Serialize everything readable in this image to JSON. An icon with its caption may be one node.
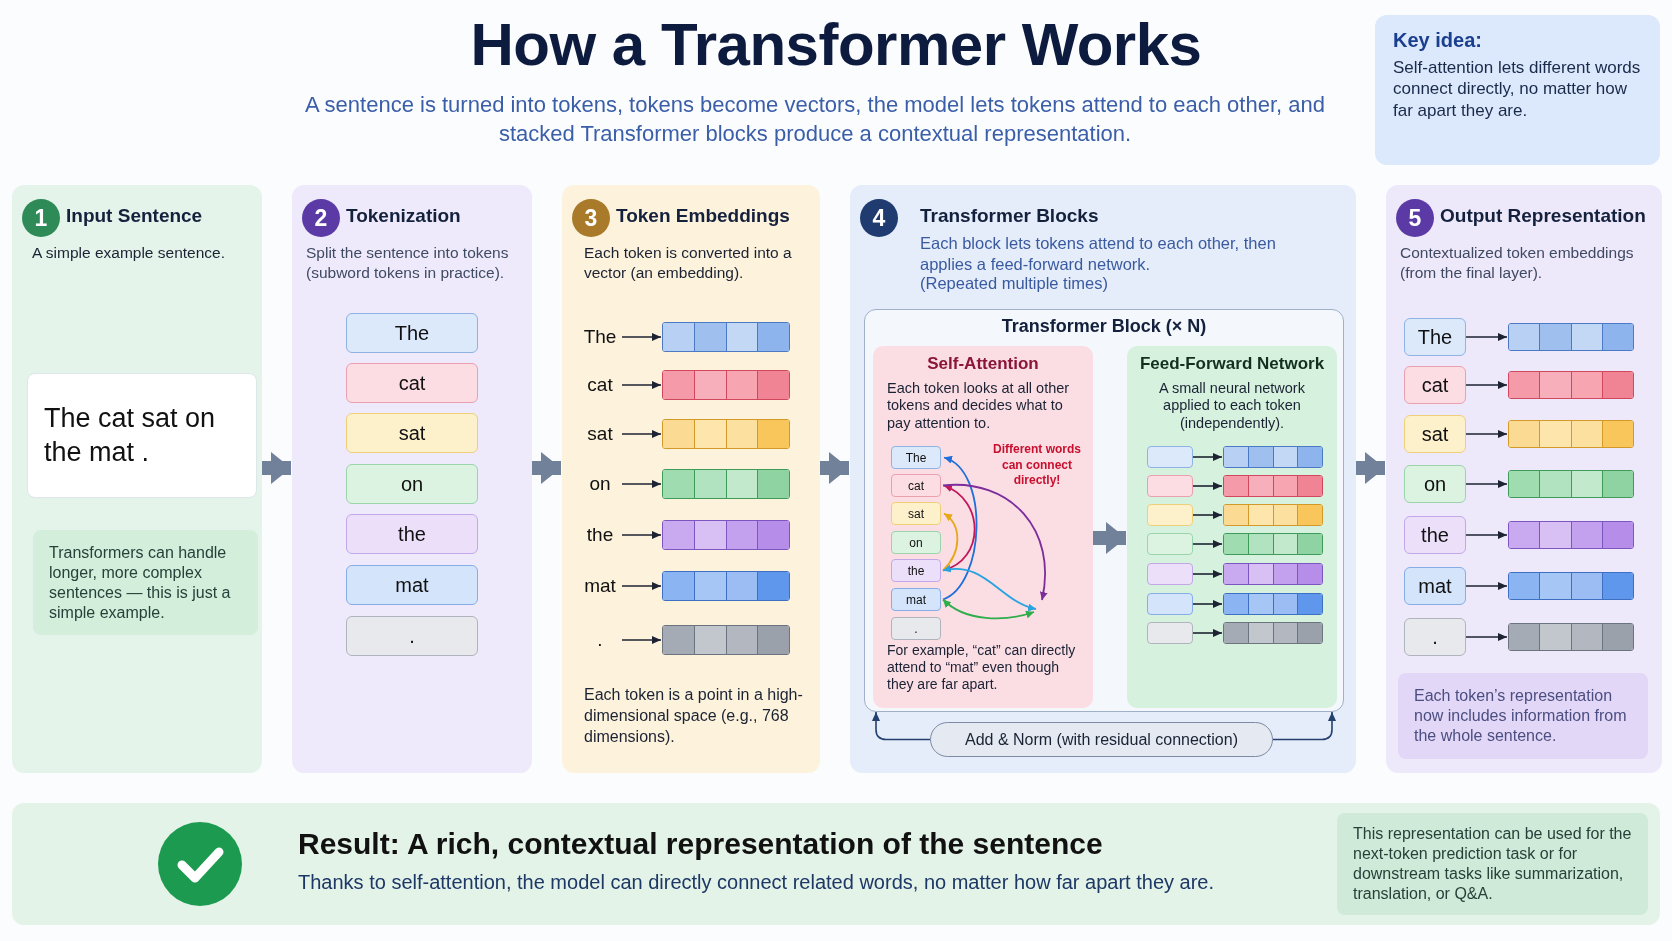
{
  "diagram": {
    "title": "How a Transformer Works",
    "nodes": [
      {
        "text": [
          "1",
          "Input Sentence",
          "A simple example sentence."
        ]
      },
      {
        "text": [
          "The cat sat on the mat ."
        ],
        "in": 0
      },
      {
        "text": [
          "Transformers can handle longer, more complex sentences — this is just a simple example."
        ],
        "in": 0
      },
      {
        "text": [
          "2",
          "Tokenization",
          "Split the sentence into tokens (subword tokens in practice)."
        ]
      },
      {
        "text": [
          "The"
        ],
        "in": 3
      },
      {
        "text": [
          "cat"
        ],
        "in": 3
      },
      {
        "text": [
          "sat"
        ],
        "in": 3
      },
      {
        "text": [
          "on"
        ],
        "in": 3
      },
      {
        "text": [
          "the"
        ],
        "in": 3
      },
      {
        "text": [
          "mat"
        ],
        "in": 3
      },
      {
        "text": [
          "."
        ],
        "in": 3
      },
      {
        "text": [
          "3",
          "Token Embeddings",
          "Each token is converted into a vector (an embedding).",
          "Each token is a point in a high-dimensional space (e.g., 768 dimensions)."
        ]
      },
      {
        "text": [
          "The"
        ],
        "in": 11
      },
      {
        "text": [
          "cat"
        ],
        "in": 11
      },
      {
        "text": [
          "sat"
        ],
        "in": 11
      },
      {
        "text": [
          "on"
        ],
        "in": 11
      },
      {
        "text": [
          "the"
        ],
        "in": 11
      },
      {
        "text": [
          "mat"
        ],
        "in": 11
      },
      {
        "text": [
          "."
        ],
        "in": 11
      },
      {
        "text": [],
        "shape": "bar",
        "in": 11
      },
      {
        "text": [],
        "shape": "bar",
        "in": 11
      },
      {
        "text": [],
        "shape": "bar",
        "in": 11
      },
      {
        "text": [],
        "shape": "bar",
        "in": 11
      },
      {
        "text": [],
        "shape": "bar",
        "in": 11
      },
      {
        "text": [],
        "shape": "bar",
        "in": 11
      },
      {
        "text": [],
        "shape": "bar",
        "in": 11
      },
      {
        "text": [
          "4",
          "Transformer Blocks",
          "Each block lets tokens attend to each other, then applies a feed-forward network.",
          "(Repeated multiple times)"
        ]
      },
      {
        "text": [
          "Transformer Block (× N)"
        ],
        "in": 26
      },
      {
        "text": [
          "Self-Attention",
          "Each token looks at all other tokens and decides what to pay attention to.",
          "Different words can connect directly!",
          "For example, “cat” can directly attend to “mat” even though they are far apart."
        ],
        "in": 27
      },
      {
        "text": [
          "The"
        ],
        "in": 28
      },
      {
        "text": [
          "cat"
        ],
        "in": 28
      },
      {
        "text": [
          "sat"
        ],
        "in": 28
      },
      {
        "text": [
          "on"
        ],
        "in": 28
      },
      {
        "text": [
          "the"
        ],
        "in": 28
      },
      {
        "text": [
          "mat"
        ],
        "in": 28
      },
      {
        "text": [
          "."
        ],
        "in": 28
      },
      {
        "text": [
          "Feed-Forward Network",
          "A small neural network applied to each token (independently)."
        ],
        "in": 27
      },
      {
        "text": [],
        "shape": "bar",
        "in": 36
      },
      {
        "text": [],
        "shape": "bar",
        "in": 36
      },
      {
        "text": [],
        "shape": "bar",
        "in": 36
      },
      {
        "text": [],
        "shape": "bar",
        "in": 36
      },
      {
        "text": [],
        "shape": "bar",
        "in": 36
      },
      {
        "text": [],
        "shape": "bar",
        "in": 36
      },
      {
        "text": [],
        "shape": "bar",
        "in": 36
      },
      {
        "text": [],
        "shape": "bar",
        "in": 36
      },
      {
        "text": [],
        "shape": "bar",
        "in": 36
      },
      {
        "text": [],
        "shape": "bar",
        "in": 36
      },
      {
        "text": [],
        "shape": "bar",
        "in": 36
      },
      {
        "text": [],
        "shape": "bar",
        "in": 36
      },
      {
        "text": [],
        "shape": "bar",
        "in": 36
      },
      {
        "text": [],
        "shape": "bar",
        "in": 36
      },
      {
        "text": [
          "Add & Norm (with residual connection)"
        ],
        "in": 26
      },
      {
        "text": [
          "5",
          "Output Representation",
          "Contextualized token embeddings (from the final layer)."
        ]
      },
      {
        "text": [
          "The"
        ],
        "in": 52
      },
      {
        "text": [
          "cat"
        ],
        "in": 52
      },
      {
        "text": [
          "sat"
        ],
        "in": 52
      },
      {
        "text": [
          "on"
        ],
        "in": 52
      },
      {
        "text": [
          "the"
        ],
        "in": 52
      },
      {
        "text": [
          "mat"
        ],
        "in": 52
      },
      {
        "text": [
          "."
        ],
        "in": 52
      },
      {
        "text": [],
        "shape": "bar",
        "in": 52
      },
      {
        "text": [],
        "shape": "bar",
        "in": 52
      },
      {
        "text": [],
        "shape": "bar",
        "in": 52
      },
      {
        "text": [],
        "shape": "bar",
        "in": 52
      },
      {
        "text": [],
        "shape": "bar",
        "in": 52
      },
      {
        "text": [],
        "shape": "bar",
        "in": 52
      },
      {
        "text": [],
        "shape": "bar",
        "in": 52
      },
      {
        "text": [
          "Each token’s representation now includes information from the whole sentence."
        ],
        "in": 52
      },
      {
        "text": [
          "Key idea:",
          "Self-attention lets different words connect directly, no matter how far apart they are."
        ]
      },
      {
        "text": [
          "Result: A rich, contextual representation of the sentence",
          "Thanks to self-attention, the model can directly connect related words, no matter how far apart they are."
        ]
      },
      {
        "text": [
          "This representation can be used for the next-token prediction task or for downstream tasks like summarization, translation, or Q&A."
        ],
        "in": 69
      }
    ],
    "edges": [
      {
        "from": 0,
        "to": 3,
        "arrow": "to",
        "style": "thick",
        "color": "#71819a"
      },
      {
        "from": 3,
        "to": 11,
        "arrow": "to",
        "style": "thick",
        "color": "#71819a"
      },
      {
        "from": 11,
        "to": 26,
        "arrow": "to",
        "style": "thick",
        "color": "#71819a"
      },
      {
        "from": 26,
        "to": 52,
        "arrow": "to",
        "style": "thick",
        "color": "#71819a"
      },
      {
        "from": 12,
        "to": 19,
        "arrow": "to"
      },
      {
        "from": 13,
        "to": 20,
        "arrow": "to"
      },
      {
        "from": 14,
        "to": 21,
        "arrow": "to"
      },
      {
        "from": 15,
        "to": 22,
        "arrow": "to"
      },
      {
        "from": 16,
        "to": 23,
        "arrow": "to"
      },
      {
        "from": 17,
        "to": 24,
        "arrow": "to"
      },
      {
        "from": 18,
        "to": 25,
        "arrow": "to"
      },
      {
        "from": 37,
        "to": 44,
        "arrow": "to"
      },
      {
        "from": 38,
        "to": 45,
        "arrow": "to"
      },
      {
        "from": 39,
        "to": 46,
        "arrow": "to"
      },
      {
        "from": 40,
        "to": 47,
        "arrow": "to"
      },
      {
        "from": 41,
        "to": 48,
        "arrow": "to"
      },
      {
        "from": 42,
        "to": 49,
        "arrow": "to"
      },
      {
        "from": 43,
        "to": 50,
        "arrow": "to"
      },
      {
        "from": 53,
        "to": 60,
        "arrow": "to"
      },
      {
        "from": 54,
        "to": 61,
        "arrow": "to"
      },
      {
        "from": 55,
        "to": 62,
        "arrow": "to"
      },
      {
        "from": 56,
        "to": 63,
        "arrow": "to"
      },
      {
        "from": 57,
        "to": 64,
        "arrow": "to"
      },
      {
        "from": 58,
        "to": 65,
        "arrow": "to"
      },
      {
        "from": 59,
        "to": 66,
        "arrow": "to"
      },
      {
        "from": 28,
        "to": 36,
        "arrow": "to",
        "style": "thick",
        "color": "#71819a"
      },
      {
        "from": 51,
        "to": 27,
        "arrow": "to",
        "color": "#24406e"
      },
      {
        "from": 51,
        "to": 27,
        "arrow": "to",
        "color": "#24406e"
      },
      {
        "from": 34,
        "to": 29,
        "arrow": "to",
        "color": "#1e6fd9"
      },
      {
        "from": 33,
        "to": 30,
        "arrow": "to",
        "color": "#c2185b"
      },
      {
        "from": 30,
        "to": null,
        "arrow": "to",
        "color": "#7b2d9b"
      },
      {
        "from": 33,
        "to": 31,
        "arrow": "to",
        "color": "#e6a817"
      },
      {
        "from": 33,
        "to": null,
        "arrow": "both",
        "color": "#29a3e0"
      },
      {
        "from": 34,
        "to": null,
        "arrow": "both",
        "color": "#2eae4a"
      }
    ],
    "labels": [
      "A sentence is turned into tokens, tokens become vectors, the model lets tokens attend to each other, and stacked Transformer blocks produce a contextual representation."
    ]
  }
}
